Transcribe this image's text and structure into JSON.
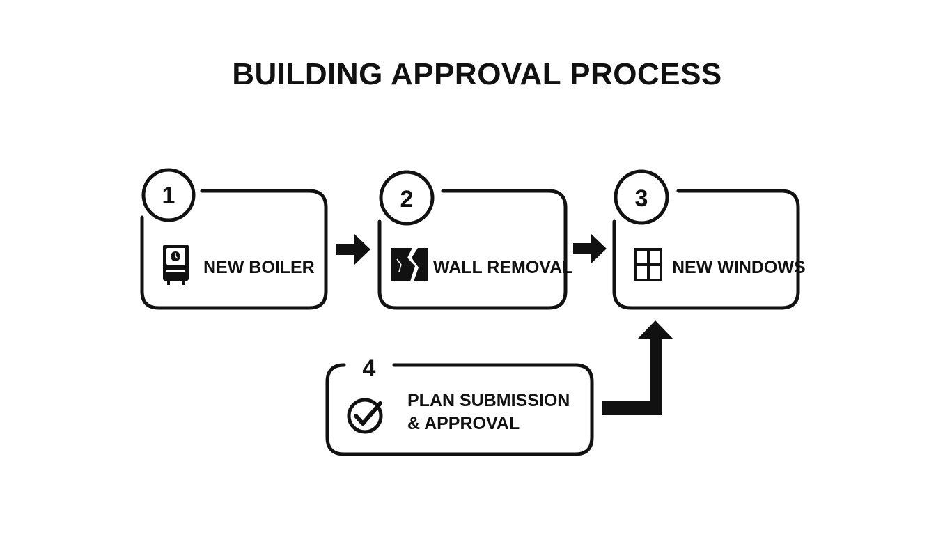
{
  "title": "BUILDING APPROVAL PROCESS",
  "steps": [
    {
      "number": "1",
      "label": "NEW BOILER",
      "icon": "boiler-icon"
    },
    {
      "number": "2",
      "label": "WALL REMOVAL",
      "icon": "cracked-wall-icon"
    },
    {
      "number": "3",
      "label": "NEW WINDOWS",
      "icon": "window-icon"
    },
    {
      "number": "4",
      "label_line1": "PLAN SUBMISSION",
      "label_line2": "& APPROVAL",
      "icon": "check-circle-icon"
    }
  ],
  "colors": {
    "stroke": "#111111",
    "background": "#ffffff"
  }
}
